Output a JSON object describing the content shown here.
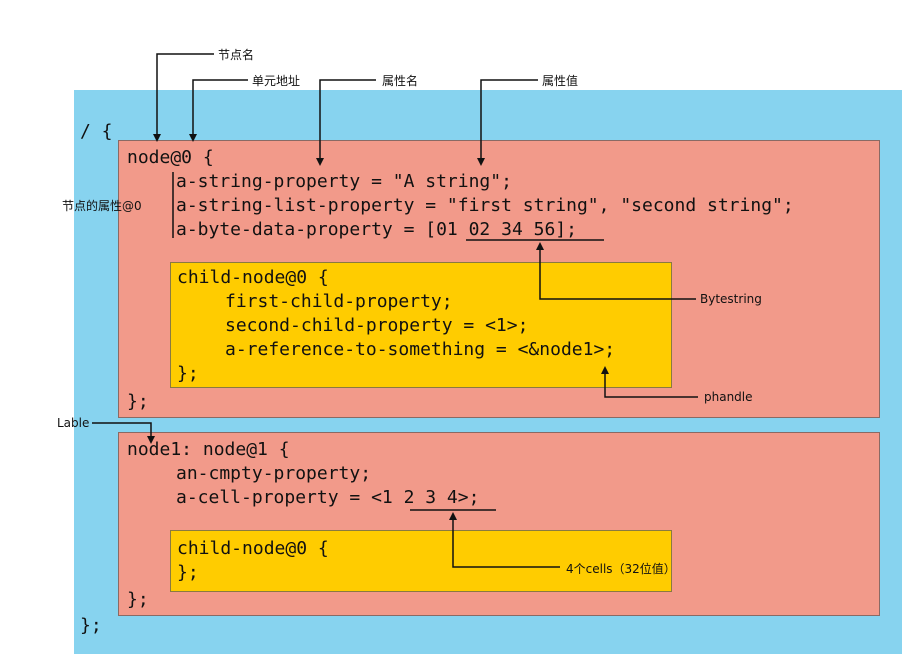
{
  "annotations": {
    "node_name": "节点名",
    "unit_address": "单元地址",
    "property_name": "属性名",
    "property_value": "属性值",
    "node_properties": "节点的属性@0",
    "bytestring": "Bytestring",
    "phandle": "phandle",
    "label": "Lable",
    "cells": "4个cells（32位值）"
  },
  "code": {
    "root_open": "/ {",
    "node0": {
      "open": "node@0 {",
      "props": [
        "a-string-property = \"A string\";",
        "a-string-list-property = \"first string\", \"second string\";",
        "a-byte-data-property = [01 02 34 56];"
      ],
      "child": {
        "open": "child-node@0 {",
        "props": [
          "first-child-property;",
          "second-child-property = <1>;",
          "a-reference-to-something = <&node1>;"
        ],
        "close": "};"
      },
      "close": "};"
    },
    "node1": {
      "open": "node1: node@1 {",
      "props": [
        "an-cmpty-property;",
        "a-cell-property = <1 2 3 4>;"
      ],
      "child": {
        "open": "child-node@0 {",
        "close": "};"
      },
      "close": "};"
    },
    "root_close": "};"
  },
  "colors": {
    "background": "#87d3ef",
    "node_box": "#f29a8a",
    "child_box": "#ffcc00"
  }
}
